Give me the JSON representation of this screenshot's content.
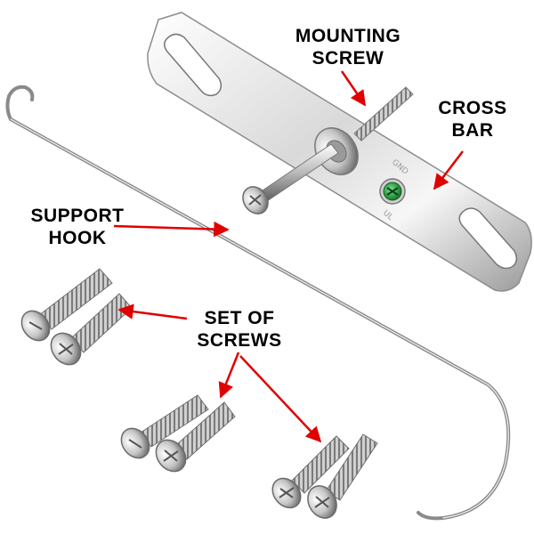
{
  "labels": {
    "mounting_screw": [
      "MOUNTING",
      "SCREW"
    ],
    "cross_bar": [
      "CROSS",
      "BAR"
    ],
    "support_hook": [
      "SUPPORT",
      "HOOK"
    ],
    "set_of_screws": [
      "SET OF",
      "SCREWS"
    ]
  },
  "colors": {
    "metal_light": "#f2f2f2",
    "metal_mid": "#bdbdbd",
    "metal_dark": "#6e6e6e",
    "ground_screw": "#2e9b45",
    "arrow": "#e00000",
    "text": "#000000"
  }
}
